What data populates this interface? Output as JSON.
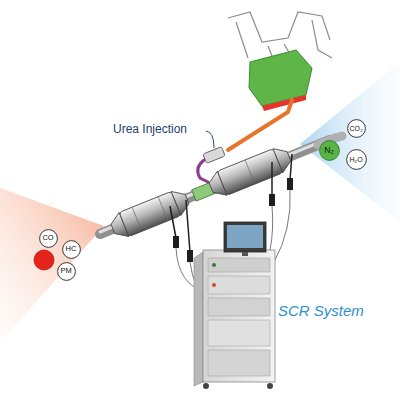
{
  "diagram": {
    "nodes": [
      {
        "text": [
          "CO"
        ]
      },
      {
        "text": [
          "HC"
        ]
      },
      {
        "text": [
          "PM"
        ]
      },
      {
        "text": [
          "N₂"
        ]
      },
      {
        "text": [
          "CO₂"
        ]
      },
      {
        "text": [
          "H₂O"
        ]
      }
    ],
    "labels": [
      "Urea Injection",
      "SCR System"
    ]
  }
}
